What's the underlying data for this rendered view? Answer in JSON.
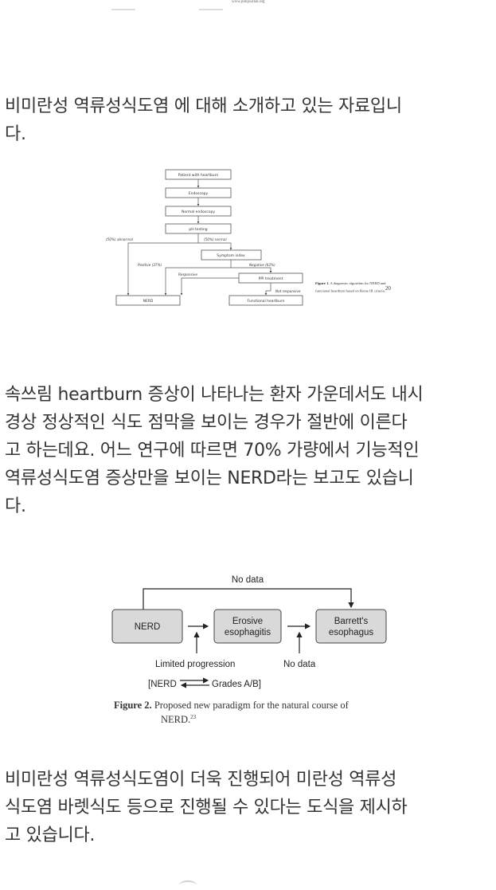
{
  "top_figure_url": "www.jnmjournal.org",
  "paragraphs": [
    "비미란성 역류성식도염 에 대해 소개하고 있는 자료입니\n다.",
    "속쓰림 heartburn 증상이 나타나는 환자 가운데서도 내시\n경상 정상적인 식도 점막을 보이는 경우가 절반에 이른다\n고 하는데요. 어느 연구에 따르면 70% 가량에서 기능적인\n역류성식도염 증상만을 보이는 NERD라는 보고도 있습니\n다.",
    "비미란성 역류성식도염이 더욱 진행되어 미란성 역류성\n식도염 바렛식도 등으로 진행될 수 있다는 도식을 제시하\n고 있습니다."
  ],
  "figure1": {
    "boxes": {
      "patient": "Patient with heartburn",
      "endoscopy": "Endoscopy",
      "normal_endoscopy": "Normal endoscopy",
      "ph_testing": "pH testing",
      "symptom_index": "Symptom index",
      "ppi_treatment": "PPI treatment",
      "nerd": "NERD",
      "functional": "Functional heartburn"
    },
    "labels": {
      "abnormal": "(50%) abnormal",
      "normal": "(50%) normal",
      "positive": "Positive (37%)",
      "negative": "Negative (63%)",
      "responsive": "Responsive",
      "not_responsive": "Not responsive"
    },
    "caption_label": "Figure 1.",
    "caption_text": "A diagnostic algorithm for NERD and functional heartburn based on Rome III criteria.",
    "caption_ref": "20"
  },
  "figure2": {
    "top_label": "No data",
    "boxes": {
      "nerd": "NERD",
      "erosive_1": "Erosive",
      "erosive_2": "esophagitis",
      "barretts_1": "Barrett's",
      "barretts_2": "esophagus"
    },
    "limited_progression": "Limited progression",
    "no_data_bottom": "No data",
    "nerd_bracket": "[NERD",
    "grades": "Grades A/B]",
    "caption_label": "Figure 2.",
    "caption_line1": "Proposed new paradigm for the natural course of",
    "caption_line2": "NERD.",
    "caption_ref": "23"
  },
  "colors": {
    "text": "#333333",
    "box_fill": "#d9d9d9",
    "box_stroke": "#444444"
  }
}
